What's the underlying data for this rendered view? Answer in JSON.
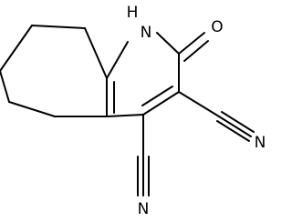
{
  "structure": {
    "atoms": {
      "nh": "H",
      "n_ring": "N",
      "o_carbonyl": "O",
      "n_nitrile_3": "N",
      "n_nitrile_4": "N"
    },
    "bond_color": "#000000"
  }
}
